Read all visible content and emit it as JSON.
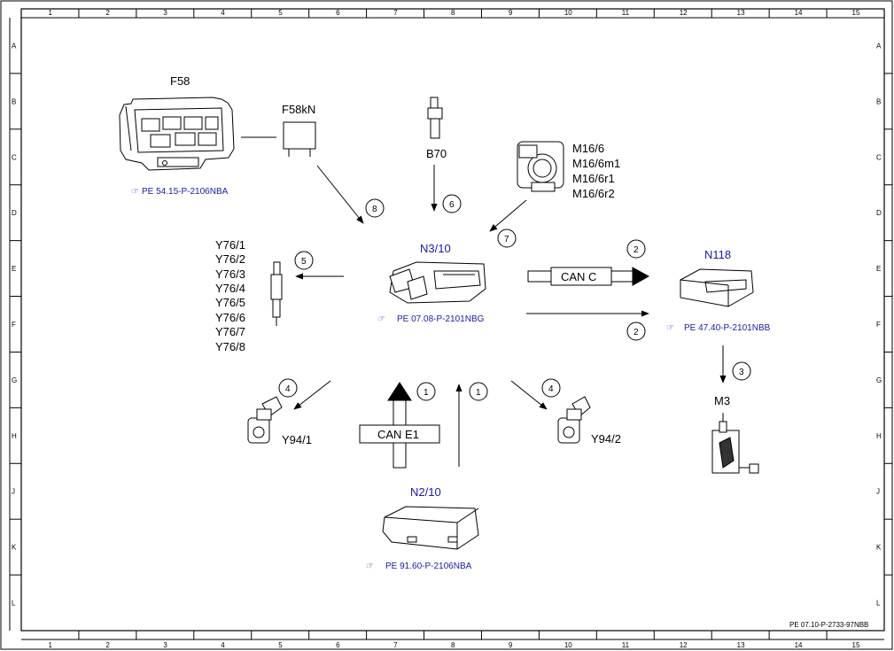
{
  "grid": {
    "columns": [
      "1",
      "2",
      "3",
      "4",
      "5",
      "6",
      "7",
      "8",
      "9",
      "10",
      "11",
      "12",
      "13",
      "14",
      "15"
    ],
    "rows": [
      "A",
      "B",
      "C",
      "D",
      "E",
      "F",
      "G",
      "H",
      "J",
      "K",
      "L"
    ]
  },
  "components": {
    "f58": {
      "label": "F58",
      "ref": "PE 54.15-P-2106NBA"
    },
    "f58kn": {
      "label": "F58kN"
    },
    "b70": {
      "label": "B70"
    },
    "m16": {
      "labels": [
        "M16/6",
        "M16/6m1",
        "M16/6r1",
        "M16/6r2"
      ]
    },
    "n310": {
      "label": "N3/10",
      "ref": "PE 07.08-P-2101NBG"
    },
    "n118": {
      "label": "N118",
      "ref": "PE 47.40-P-2101NBB"
    },
    "y76": {
      "labels": [
        "Y76/1",
        "Y76/2",
        "Y76/3",
        "Y76/4",
        "Y76/5",
        "Y76/6",
        "Y76/7",
        "Y76/8"
      ]
    },
    "y941": {
      "label": "Y94/1"
    },
    "y942": {
      "label": "Y94/2"
    },
    "m3": {
      "label": "M3"
    },
    "n210": {
      "label": "N2/10",
      "ref": "PE 91.60-P-2106NBA"
    }
  },
  "buses": {
    "can_c": "CAN C",
    "can_e1": "CAN E1"
  },
  "signals": {
    "s8": "8",
    "s6": "6",
    "s7": "7",
    "s5": "5",
    "s2a": "2",
    "s2b": "2",
    "s3": "3",
    "s4a": "4",
    "s4b": "4",
    "s1a": "1",
    "s1b": "1"
  },
  "document_id": "PE 07.10-P-2733-97NBB"
}
